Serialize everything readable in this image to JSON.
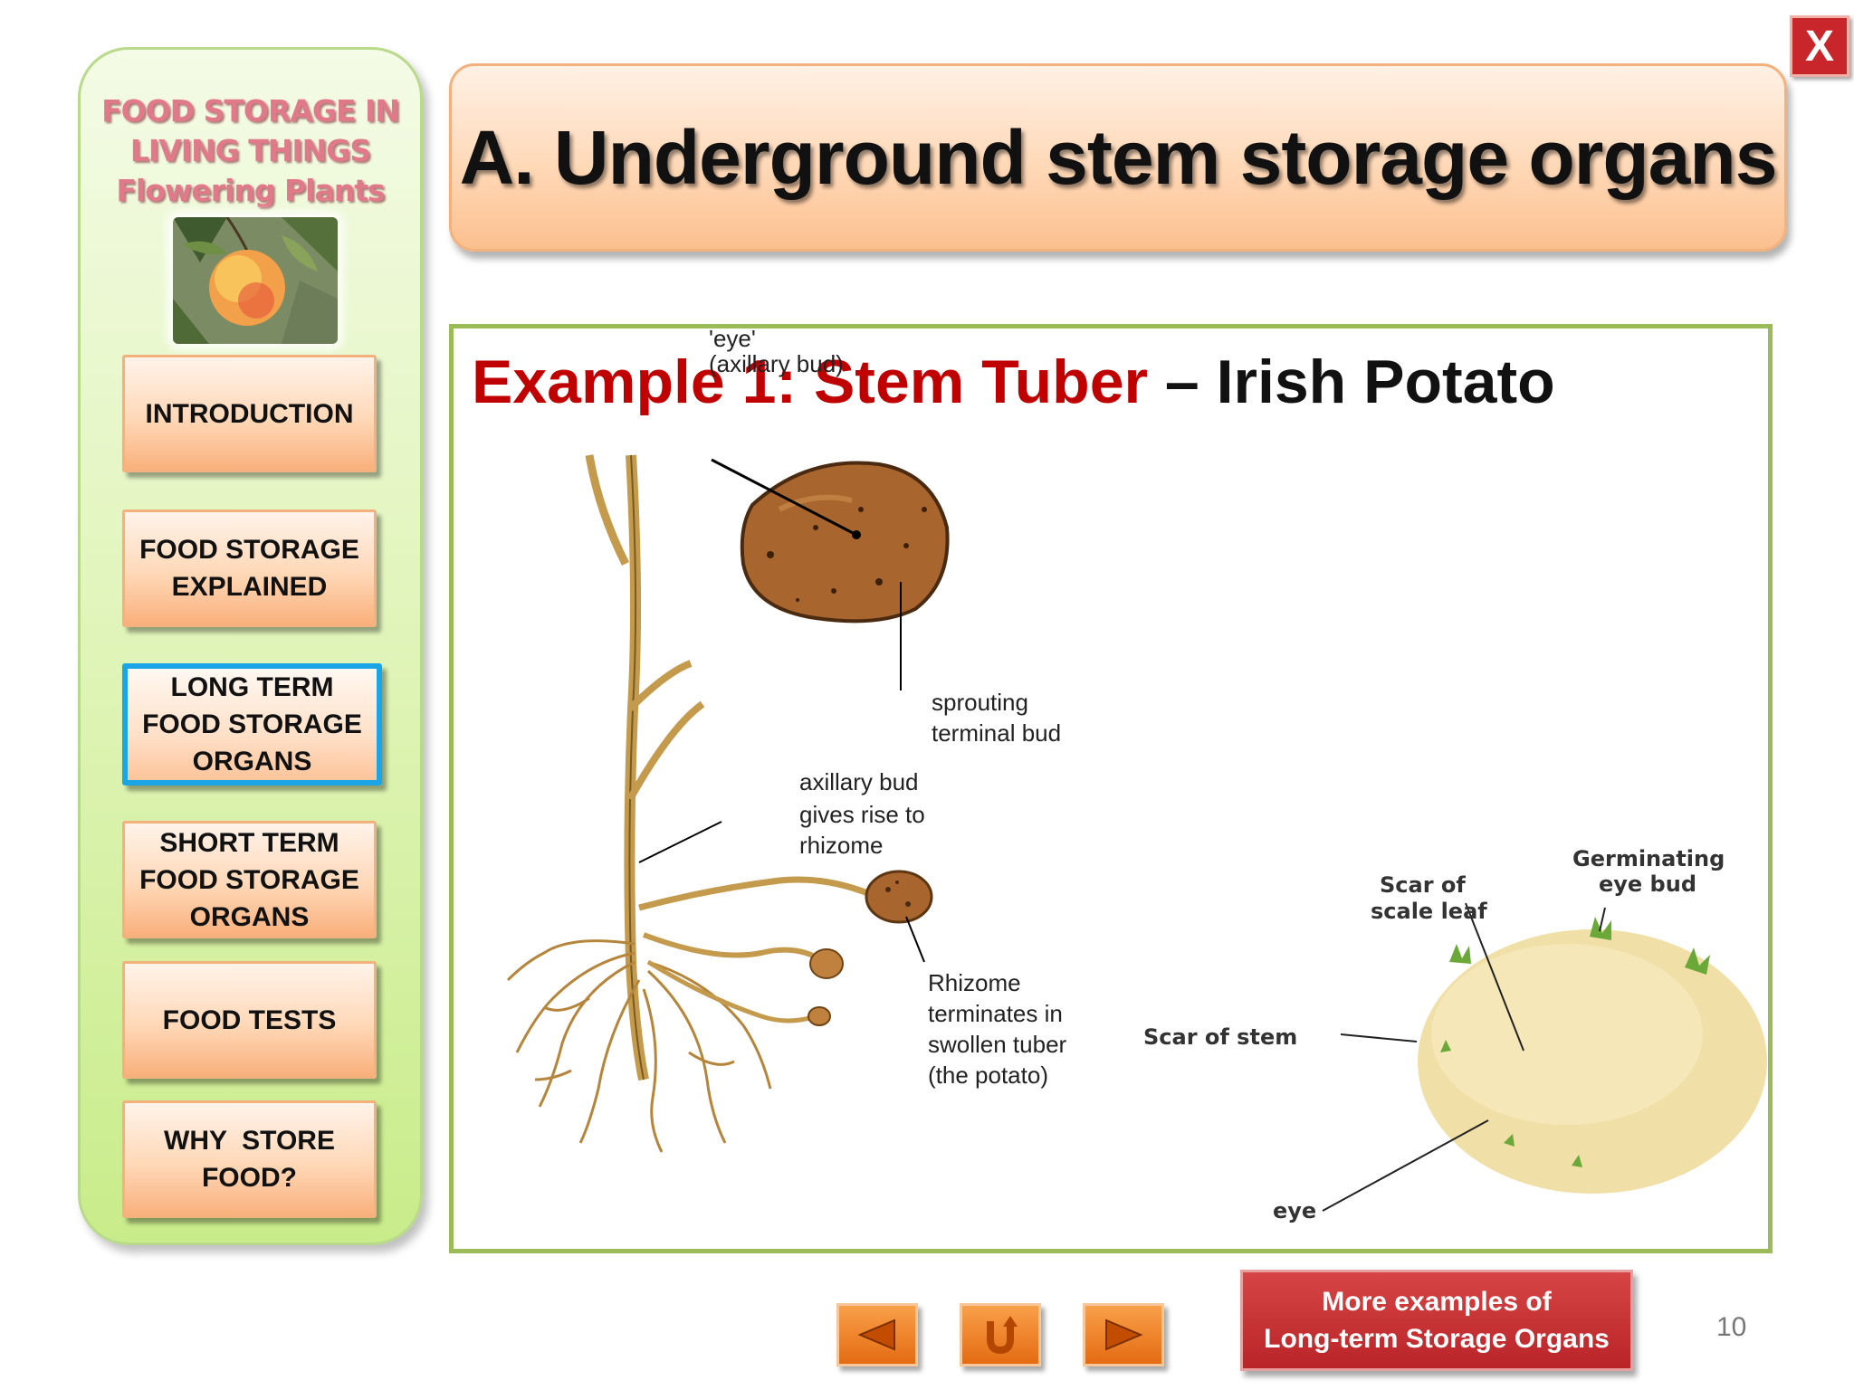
{
  "sidebar": {
    "title_lines": [
      "FOOD STORAGE IN",
      "LIVING THINGS",
      "Flowering Plants"
    ],
    "nav": [
      {
        "label_lines": [
          "INTRODUCTION"
        ],
        "active": false
      },
      {
        "label_lines": [
          "FOOD STORAGE",
          "EXPLAINED"
        ],
        "active": false
      },
      {
        "label_lines": [
          "LONG TERM",
          "FOOD STORAGE",
          "ORGANS"
        ],
        "active": true
      },
      {
        "label_lines": [
          "SHORT TERM",
          "FOOD STORAGE",
          "ORGANS"
        ],
        "active": false
      },
      {
        "label_lines": [
          "FOOD TESTS"
        ],
        "active": false
      },
      {
        "label_lines": [
          "WHY  STORE",
          "FOOD?"
        ],
        "active": false
      }
    ]
  },
  "header": {
    "title": "A. Underground stem storage organs",
    "close_label": "X"
  },
  "content": {
    "heading_red": "Example 1: Stem Tuber",
    "heading_black": " – Irish Potato",
    "diagram1": {
      "eye_label": "'eye'",
      "axillary_bud_label": "(axillary bud)",
      "sprouting_1": "sprouting",
      "sprouting_2": "terminal bud",
      "rhizome_1": "axillary bud",
      "rhizome_2": "gives rise to",
      "rhizome_3": "rhizome",
      "terminates_1": "Rhizome",
      "terminates_2": "terminates in",
      "terminates_3": "swollen tuber",
      "terminates_4": "(the potato)"
    },
    "diagram2": {
      "scar_scale_1": "Scar of",
      "scar_scale_2": "scale leaf",
      "germinating_1": "Germinating",
      "germinating_2": "eye bud",
      "scar_stem": "Scar of stem",
      "eye": "eye"
    }
  },
  "footer": {
    "more_lines": [
      "More examples of",
      "Long-term Storage Organs"
    ],
    "page_number": "10",
    "prev_icon": "triangle-left-icon",
    "home_icon": "u-turn-icon",
    "next_icon": "triangle-right-icon"
  },
  "colors": {
    "accent_red": "#c00000",
    "frame_green": "#9bbb59",
    "active_blue": "#1aa6e6",
    "button_orange": "#e46b12"
  }
}
